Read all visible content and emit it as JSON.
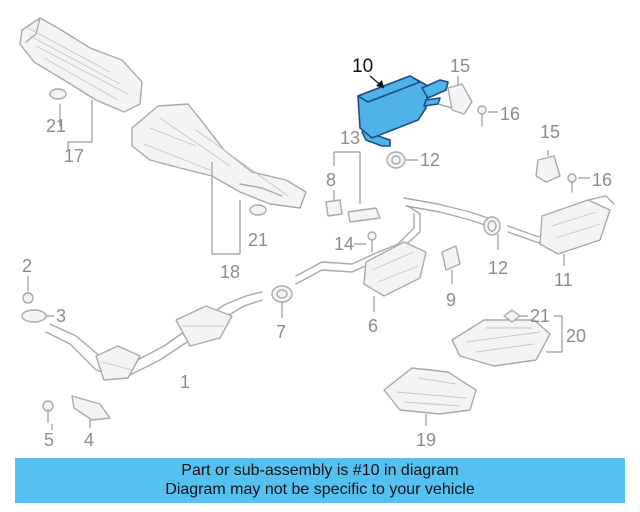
{
  "callouts": {
    "c1": "1",
    "c2": "2",
    "c3": "3",
    "c4": "4",
    "c5": "5",
    "c6": "6",
    "c7": "7",
    "c8": "8",
    "c9": "9",
    "c10": "10",
    "c11": "11",
    "c12a": "12",
    "c12b": "12",
    "c13": "13",
    "c14": "14",
    "c15a": "15",
    "c15b": "15",
    "c16a": "16",
    "c16b": "16",
    "c17": "17",
    "c18": "18",
    "c19": "19",
    "c20": "20",
    "c21a": "21",
    "c21b": "21",
    "c21c": "21"
  },
  "highlight": {
    "part_number": "10",
    "color": "#4fb3e8",
    "outline": "#1d4f86"
  },
  "banner": {
    "line1": "Part or sub-assembly is #10 in diagram",
    "line2": "Diagram may not be specific to your vehicle",
    "color": "#55c1f2"
  }
}
